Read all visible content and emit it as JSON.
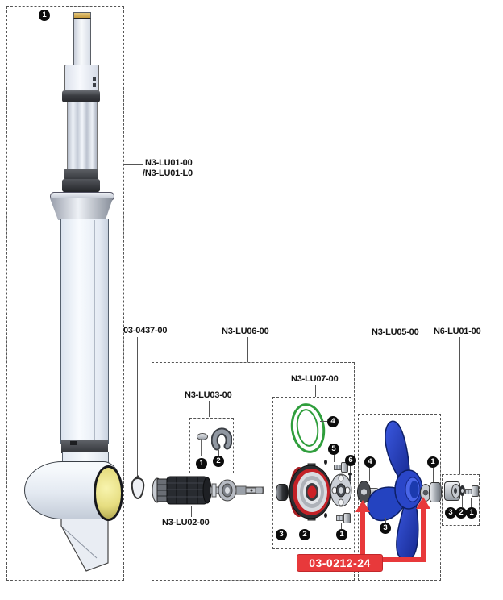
{
  "diagram": {
    "type": "exploded-parts-diagram",
    "groups": {
      "lu01": {
        "label": "N3-LU01-00",
        "label_alt": "/N3-LU01-L0",
        "callouts": {
          "c1": "1"
        }
      },
      "clip0437": {
        "label": "03-0437-00"
      },
      "lu06": {
        "label": "N3-LU06-00"
      },
      "lu03": {
        "label": "N3-LU03-00",
        "callouts": {
          "c1": "1",
          "c2": "2"
        }
      },
      "lu02": {
        "label": "N3-LU02-00"
      },
      "lu07": {
        "label": "N3-LU07-00",
        "callouts": {
          "c1": "1",
          "c2": "2",
          "c3": "3",
          "c4": "4",
          "c5": "5",
          "c6": "6"
        }
      },
      "lu05": {
        "label": "N3-LU05-00",
        "callouts": {
          "c1": "1",
          "c3": "3",
          "c4": "4"
        }
      },
      "n6lu01": {
        "label": "N6-LU01-00",
        "callouts": {
          "c1": "1",
          "c2": "2",
          "c3": "3"
        }
      }
    },
    "highlight": {
      "label": "03-0212-24",
      "color": "#e8393b"
    },
    "colors": {
      "oring_green": "#2f9e3c",
      "propeller_blue": "#2244c8",
      "pod_opening_yellow": "#e8e07a",
      "shaft_cap_tan": "#d2a94f",
      "endcap_red": "#c32127"
    }
  }
}
